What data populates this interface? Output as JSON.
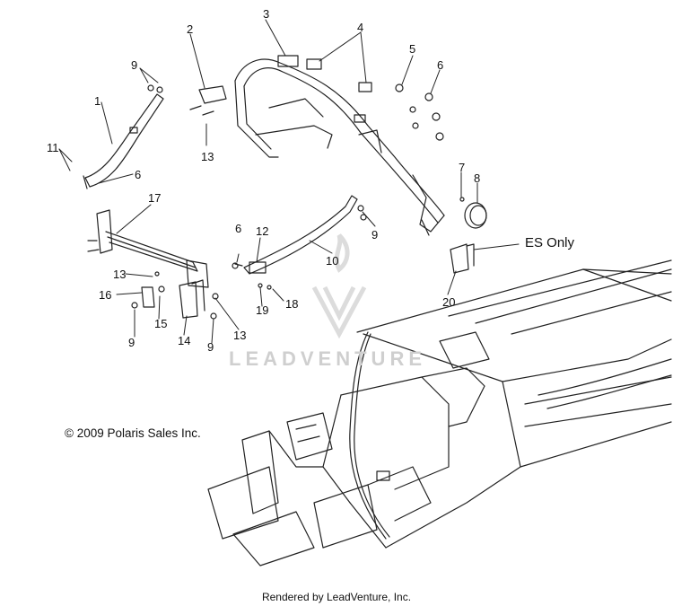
{
  "callouts": [
    {
      "id": "1",
      "text": "1"
    },
    {
      "id": "2",
      "text": "2"
    },
    {
      "id": "3",
      "text": "3"
    },
    {
      "id": "4",
      "text": "4"
    },
    {
      "id": "5",
      "text": "5"
    },
    {
      "id": "6a",
      "text": "6"
    },
    {
      "id": "6b",
      "text": "6"
    },
    {
      "id": "6c",
      "text": "6"
    },
    {
      "id": "7",
      "text": "7"
    },
    {
      "id": "8",
      "text": "8"
    },
    {
      "id": "9a",
      "text": "9"
    },
    {
      "id": "9b",
      "text": "9"
    },
    {
      "id": "9c",
      "text": "9"
    },
    {
      "id": "9d",
      "text": "9"
    },
    {
      "id": "10",
      "text": "10"
    },
    {
      "id": "11",
      "text": "11"
    },
    {
      "id": "12",
      "text": "12"
    },
    {
      "id": "13a",
      "text": "13"
    },
    {
      "id": "13b",
      "text": "13"
    },
    {
      "id": "13c",
      "text": "13"
    },
    {
      "id": "14",
      "text": "14"
    },
    {
      "id": "15",
      "text": "15"
    },
    {
      "id": "16",
      "text": "16"
    },
    {
      "id": "17",
      "text": "17"
    },
    {
      "id": "18",
      "text": "18"
    },
    {
      "id": "19",
      "text": "19"
    },
    {
      "id": "20",
      "text": "20"
    }
  ],
  "es_only": "ES Only",
  "copyright": "© 2009 Polaris Sales Inc.",
  "rendered_by": "Rendered by LeadVenture, Inc.",
  "watermark": "LEADVENTURE",
  "colors": {
    "line": "#222222",
    "watermark": "#d4d4d4"
  }
}
